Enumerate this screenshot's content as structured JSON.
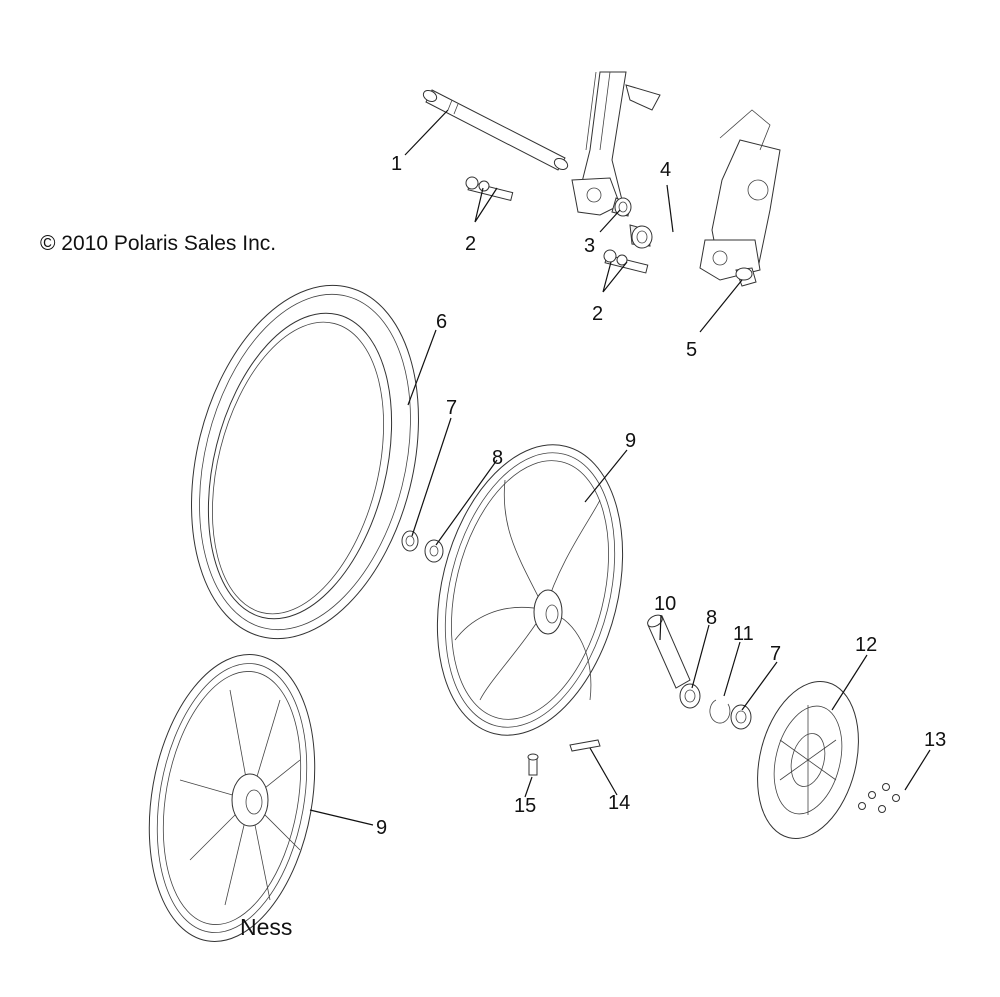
{
  "copyright": "© 2010 Polaris Sales Inc.",
  "variant_label": "Ness",
  "callouts": {
    "c1": "1",
    "c2a": "2",
    "c2b": "2",
    "c3": "3",
    "c4": "4",
    "c5": "5",
    "c6": "6",
    "c7a": "7",
    "c7b": "7",
    "c8a": "8",
    "c8b": "8",
    "c9a": "9",
    "c9b": "9",
    "c10": "10",
    "c11": "11",
    "c12": "12",
    "c13": "13",
    "c14": "14",
    "c15": "15"
  }
}
